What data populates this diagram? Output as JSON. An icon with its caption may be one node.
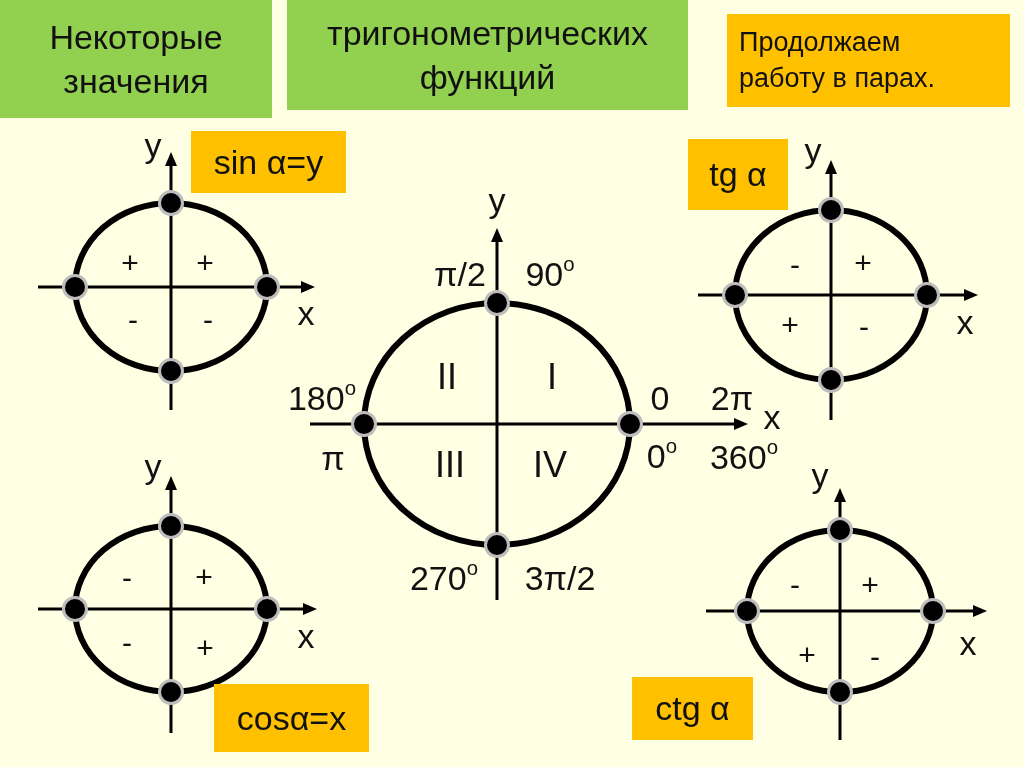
{
  "diagram": {
    "nodes": [
      {
        "text": [
          "Некоторые значения"
        ]
      },
      {
        "text": [
          "тригонометрических функций"
        ]
      },
      {
        "text": [
          "Продолжаем работу в парах."
        ]
      },
      {
        "text": [
          "sin α=y"
        ]
      },
      {
        "text": [
          "+",
          "+",
          "-",
          "-"
        ]
      },
      {
        "text": [
          "tg α"
        ]
      },
      {
        "text": [
          "-",
          "+",
          "+",
          "-"
        ]
      },
      {
        "text": [
          "II",
          "I",
          "III",
          "IV"
        ]
      },
      {
        "text": [
          "-",
          "+",
          "-",
          "+"
        ]
      },
      {
        "text": [
          "cosα=x"
        ]
      },
      {
        "text": [
          "ctg α"
        ]
      },
      {
        "text": [
          "-",
          "+",
          "+",
          "-"
        ]
      }
    ],
    "labels": [
      "y",
      "y",
      "y",
      "π/2",
      "90$^{o}$",
      "x",
      "x",
      "180$^{o}$",
      "0",
      "2π",
      "x",
      "π",
      "0$^{o}$",
      "360$^{o}$",
      "y",
      "y",
      "270$^{o}$",
      "3π/2",
      "x",
      "x"
    ]
  }
}
